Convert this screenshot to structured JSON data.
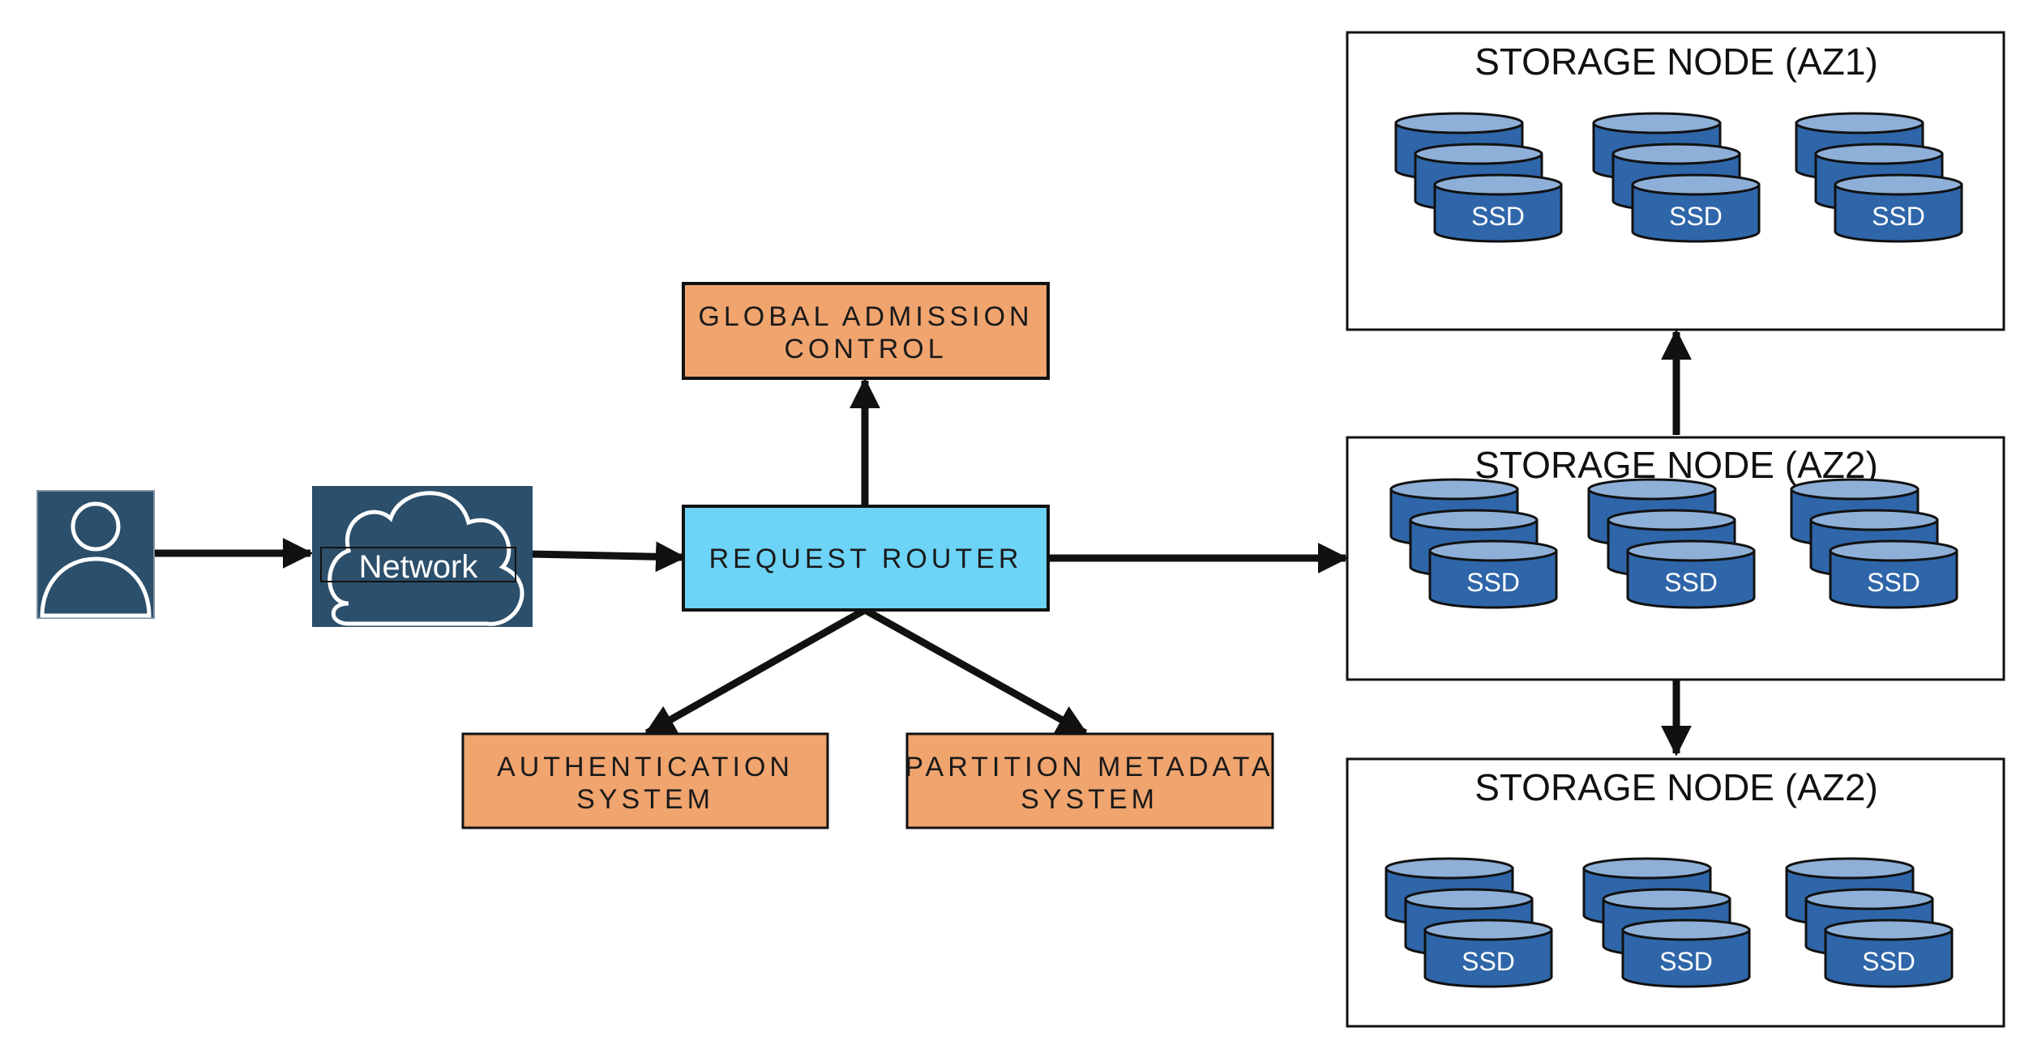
{
  "colors": {
    "orange_box": "#F0A46E",
    "router_box": "#6DD3F7",
    "user_bg": "#2C4F6B",
    "ssd_body": "#2F66A9",
    "ssd_top": "#8EB0D8",
    "arrow": "#111111"
  },
  "icons": {
    "user": "user-icon",
    "network": "cloud-icon",
    "disk": "ssd-stack-icon"
  },
  "network": {
    "label": "Network"
  },
  "router": {
    "label": "REQUEST ROUTER"
  },
  "admission": {
    "line1": "GLOBAL ADMISSION",
    "line2": "CONTROL"
  },
  "auth": {
    "line1": "AUTHENTICATION",
    "line2": "SYSTEM"
  },
  "partition": {
    "line1": "PARTITION METADATA",
    "line2": "SYSTEM"
  },
  "storage_nodes": [
    {
      "title": "STORAGE NODE (AZ1)",
      "disks": [
        "SSD",
        "SSD",
        "SSD"
      ]
    },
    {
      "title": "STORAGE NODE (AZ2)",
      "disks": [
        "SSD",
        "SSD",
        "SSD"
      ]
    },
    {
      "title": "STORAGE NODE (AZ2)",
      "disks": [
        "SSD",
        "SSD",
        "SSD"
      ]
    }
  ]
}
